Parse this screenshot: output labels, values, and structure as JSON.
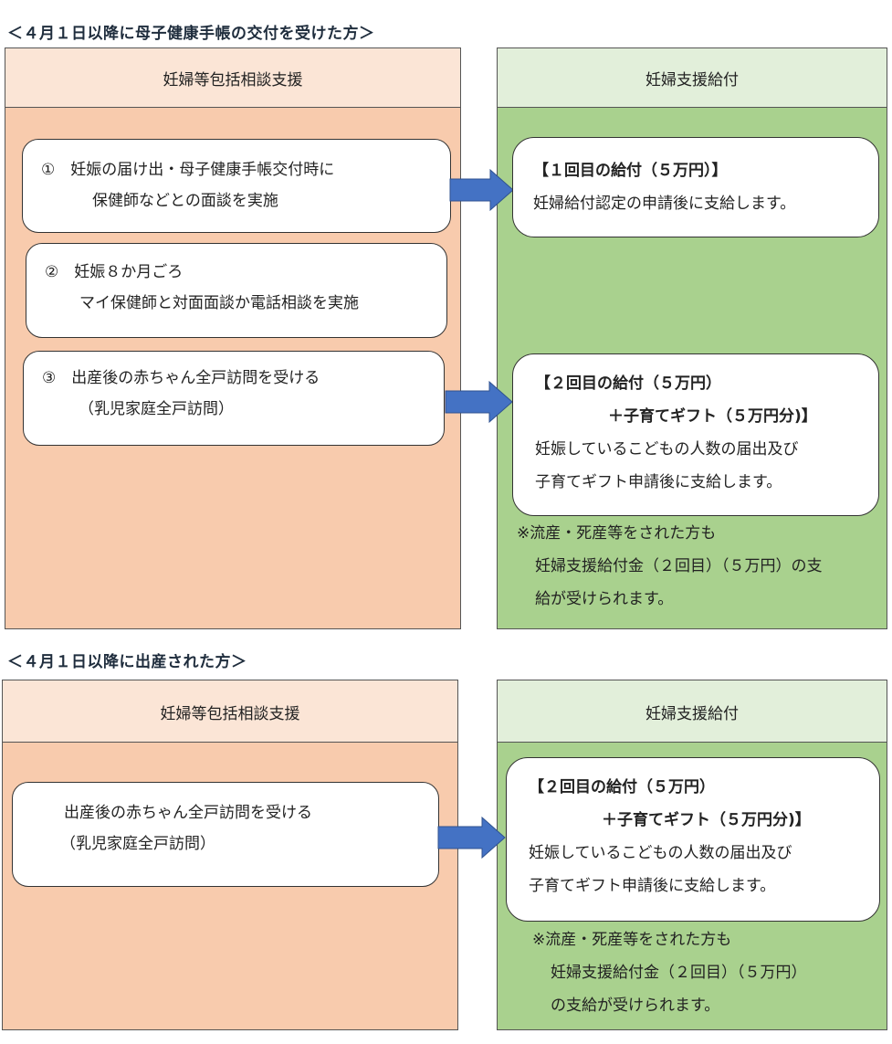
{
  "section1": {
    "heading": "＜４月１日以降に母子健康手帳の交付を受けた方＞",
    "left_header": "妊婦等包括相談支援",
    "right_header": "妊婦支援給付",
    "steps": [
      {
        "line1": "①　妊娠の届け出・母子健康手帳交付時に",
        "line2": "保健師などとの面談を実施"
      },
      {
        "line1": "②　妊娠８か月ごろ",
        "line2": "マイ保健師と対面面談か電話相談を実施"
      },
      {
        "line1": "③　出産後の赤ちゃん全戸訪問を受ける",
        "line2": "（乳児家庭全戸訪問）"
      }
    ],
    "benefit1": {
      "title": "【１回目の給付（５万円）】",
      "body": "妊婦給付認定の申請後に支給します。"
    },
    "benefit2": {
      "title1": "【２回目の給付（５万円）",
      "title2": "＋子育てギフト（５万円分)】",
      "body1": "妊娠しているこどもの人数の届出及び",
      "body2": "子育てギフト申請後に支給します。"
    },
    "note": {
      "line1": "※流産・死産等をされた方も",
      "line2": "妊婦支援給付金（２回目）（５万円）の支",
      "line3": "給が受けられます。"
    }
  },
  "section2": {
    "heading": "＜４月１日以降に出産された方＞",
    "left_header": "妊婦等包括相談支援",
    "right_header": "妊婦支援給付",
    "step": {
      "line1": "出産後の赤ちゃん全戸訪問を受ける",
      "line2": "（乳児家庭全戸訪問）"
    },
    "benefit": {
      "title1": "【２回目の給付（５万円）",
      "title2": "＋子育てギフト（５万円分)】",
      "body1": "妊娠しているこどもの人数の届出及び",
      "body2": "子育てギフト申請後に支給します。"
    },
    "note": {
      "line1": "※流産・死産等をされた方も",
      "line2": "妊婦支援給付金（２回目）（５万円）",
      "line3": "の支給が受けられます。"
    }
  },
  "colors": {
    "orange_header": "#fbe5d6",
    "orange_body": "#f8cbad",
    "green_header": "#e2efda",
    "green_body": "#a9d18e",
    "arrow_fill": "#4472c4"
  }
}
